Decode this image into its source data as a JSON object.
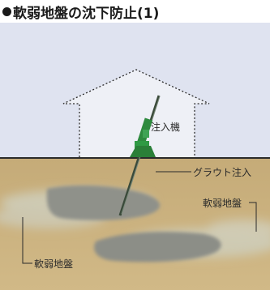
{
  "header": {
    "title": "軟弱地盤の沈下防止(1)"
  },
  "labels": {
    "injector": "注入機",
    "grout_injection": "グラウト注入",
    "soft_ground_right": "軟弱地盤",
    "soft_ground_left": "軟弱地盤"
  },
  "colors": {
    "sky": "#dfe3f0",
    "house_fill": "#eef0f6",
    "ground": "#c8b07e",
    "surface_line": "#2b2b2b",
    "soft_ground": "#c9c8b6",
    "grout": "#8d8f88",
    "machine": "#2e8a3e",
    "text": "#1a1a1a"
  },
  "icons": {
    "bullet": "black-circle-bullet",
    "machine": "injection-machine-icon"
  }
}
